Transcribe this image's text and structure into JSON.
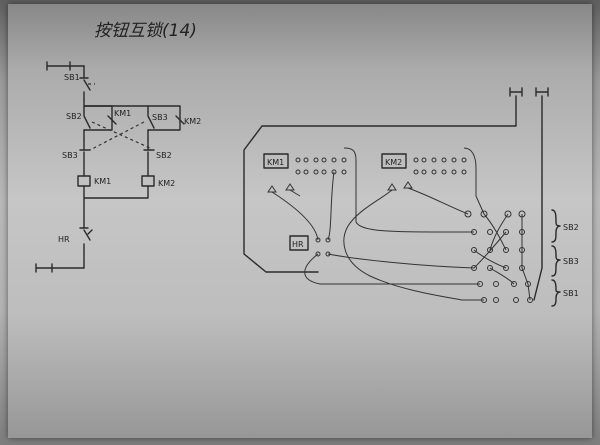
{
  "title": "按钮互锁(14)",
  "schematic": {
    "labels": {
      "sb1": "SB1",
      "sb2": "SB2",
      "sb3": "SB3",
      "km1_contact": "KM1",
      "km2_contact": "KM2",
      "sb2_right": "SB2",
      "sb3_right": "SB3",
      "km1_coil": "KM1",
      "km2_coil": "KM2",
      "hr": "HR"
    }
  },
  "wiring": {
    "km1_box": "KM1",
    "km2_box": "KM2",
    "hr_box": "HR",
    "group_sb2": "SB2",
    "group_sb3": "SB3",
    "group_sb1": "SB1"
  }
}
